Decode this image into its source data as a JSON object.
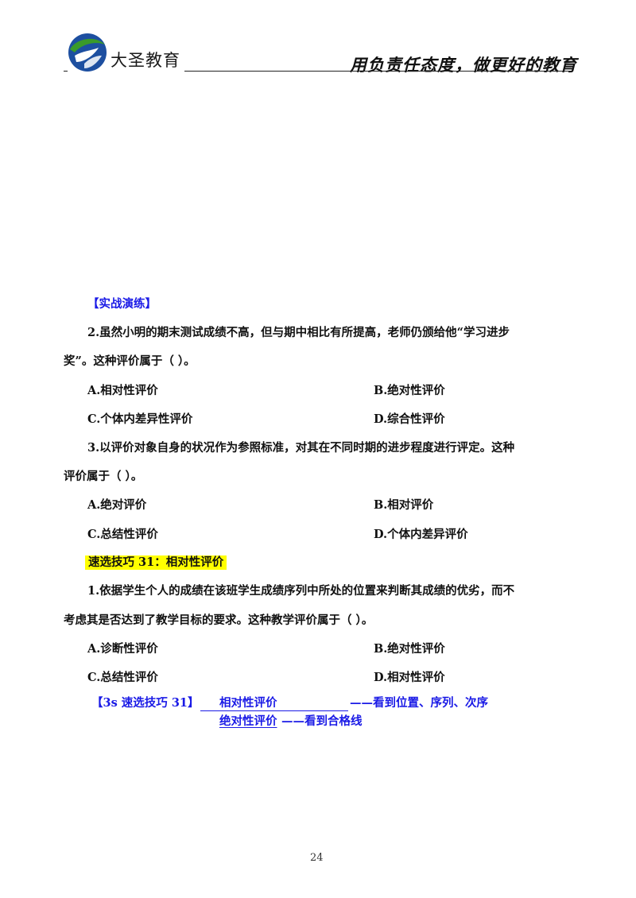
{
  "header": {
    "brand": "大圣教育",
    "slogan": "用负责任态度，做更好的教育"
  },
  "section1": {
    "title": "【实战演练】",
    "q2": {
      "line1": "2.虽然小明的期末测试成绩不高，但与期中相比有所提高，老师仍颁给他“学习进步",
      "line2": "奖”。这种评价属于（    ）。",
      "options": [
        "A.相对性评价",
        "B.绝对性评价",
        "C.个体内差异性评价",
        "D.综合性评价"
      ]
    },
    "q3": {
      "line1": "3.以评价对象自身的状况作为参照标准，对其在不同时期的进步程度进行评定。这种",
      "line2": "评价属于（    ）。",
      "options": [
        "A.绝对评价",
        "B.相对评价",
        "C.总结性评价",
        "D.个体内差异评价"
      ]
    }
  },
  "section2": {
    "title": "速选技巧 31：相对性评价",
    "q1": {
      "line1": "1.依据学生个人的成绩在该班学生成绩序列中所处的位置来判断其成绩的优劣，而不",
      "line2": "考虑其是否达到了教学目标的要求。这种教学评价属于（    ）。",
      "options": [
        "A.诊断性评价",
        "B.绝对性评价",
        "C.总结性评价",
        "D.相对性评价"
      ]
    },
    "tip": {
      "label": "【3s 速选技巧 31】",
      "item1": "相对性评价",
      "item1_note": "——看到位置、序列、次序",
      "item2": "绝对性评价",
      "item2_note": "——看到合格线"
    }
  },
  "footer": {
    "page_number": "24"
  },
  "colors": {
    "accent_blue": "#1a1ae6",
    "highlight": "#ffff00",
    "logo_green": "#3a9a2a",
    "logo_blue": "#1d4fa0"
  }
}
